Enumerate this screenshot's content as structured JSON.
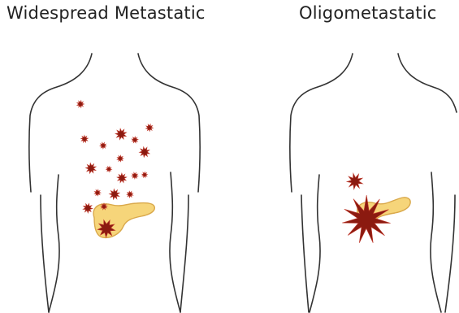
{
  "panels": [
    {
      "title": "Widespread Metastatic"
    },
    {
      "title": "Oligometastatic"
    }
  ],
  "colors": {
    "body_outline": "#333333",
    "pancreas_fill": "#f6d57a",
    "pancreas_stroke": "#d9a84a",
    "tumor": "#8b1a10",
    "tumor_stroke": "#c0392b"
  },
  "icons": {
    "body": "human-torso-outline",
    "organ": "pancreas",
    "lesion": "tumor-star"
  }
}
